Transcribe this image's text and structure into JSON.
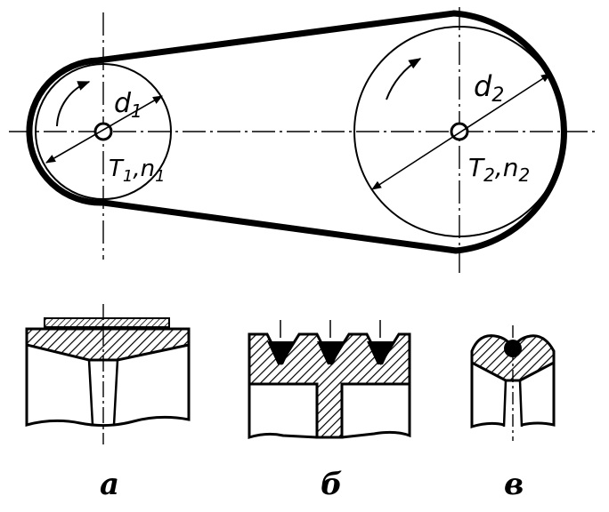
{
  "drive": {
    "small_pulley": {
      "diameter_label": "d",
      "diameter_sub": "1",
      "torque_label": "T",
      "torque_sub": "1",
      "speed_label": "n",
      "speed_sub": "1",
      "separator": ","
    },
    "large_pulley": {
      "diameter_label": "d",
      "diameter_sub": "2",
      "torque_label": "T",
      "torque_sub": "2",
      "speed_label": "n",
      "speed_sub": "2",
      "separator": ","
    }
  },
  "sections": [
    {
      "caption": "а"
    },
    {
      "caption": "б"
    },
    {
      "caption": "в"
    }
  ],
  "colors": {
    "ink": "#000000",
    "paper": "#ffffff"
  }
}
